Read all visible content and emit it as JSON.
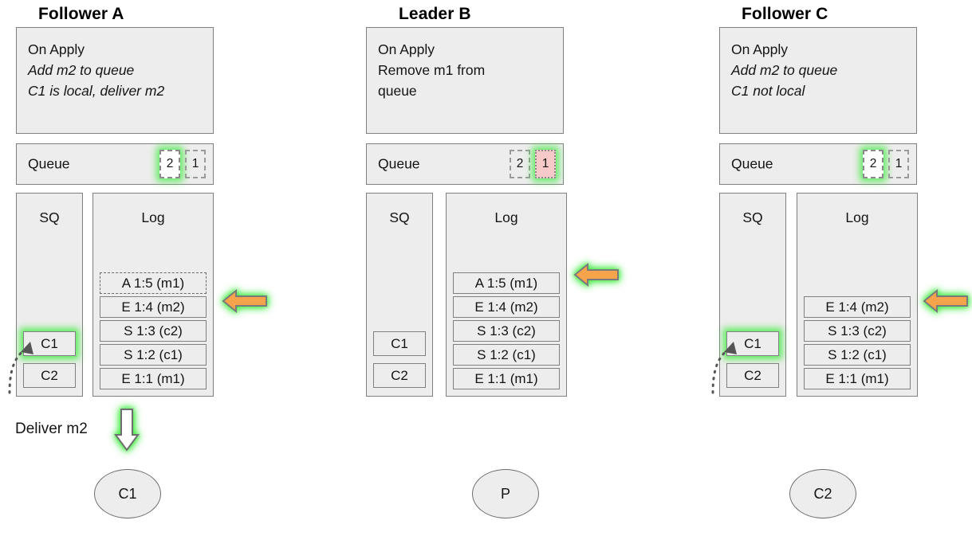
{
  "diagram": {
    "title_row": [
      {
        "label": "Follower A"
      },
      {
        "label": "Leader B"
      },
      {
        "label": "Follower C"
      }
    ],
    "columns": [
      {
        "id": "follower-a",
        "title": "Follower A",
        "on_apply": {
          "header": "On Apply",
          "lines": [
            "Add m2 to queue",
            "C1 is local, deliver m2"
          ]
        },
        "queue": {
          "label": "Queue",
          "slots": [
            {
              "value": "2",
              "state": "highlighted"
            },
            {
              "value": "1",
              "state": "dashed"
            }
          ]
        },
        "sq": {
          "header": "SQ",
          "clients": [
            {
              "label": "C1",
              "state": "highlighted"
            },
            {
              "label": "C2",
              "state": "normal"
            }
          ]
        },
        "log": {
          "header": "Log",
          "entries": [
            {
              "text": "A 1:5 (m1)",
              "state": "dashed"
            },
            {
              "text": "E 1:4 (m2)",
              "state": "normal"
            },
            {
              "text": "S 1:3 (c2)",
              "state": "normal"
            },
            {
              "text": "S 1:2 (c1)",
              "state": "normal"
            },
            {
              "text": "E 1:1 (m1)",
              "state": "normal"
            }
          ]
        },
        "pointer_arrow": {
          "icon": "arrow-left-icon",
          "target_entry": "E 1:4 (m2)"
        },
        "node": {
          "label": "C1"
        },
        "deliver": {
          "label": "Deliver m2",
          "icon": "arrow-down-icon"
        }
      },
      {
        "id": "leader-b",
        "title": "Leader B",
        "on_apply": {
          "header": "On Apply",
          "lines": [
            "Remove m1 from",
            "queue"
          ]
        },
        "queue": {
          "label": "Queue",
          "slots": [
            {
              "value": "2",
              "state": "dashed"
            },
            {
              "value": "1",
              "state": "removed"
            }
          ]
        },
        "sq": {
          "header": "SQ",
          "clients": [
            {
              "label": "C1",
              "state": "normal"
            },
            {
              "label": "C2",
              "state": "normal"
            }
          ]
        },
        "log": {
          "header": "Log",
          "entries": [
            {
              "text": "A 1:5 (m1)",
              "state": "normal"
            },
            {
              "text": "E 1:4 (m2)",
              "state": "normal"
            },
            {
              "text": "S 1:3 (c2)",
              "state": "normal"
            },
            {
              "text": "S 1:2 (c1)",
              "state": "normal"
            },
            {
              "text": "E 1:1 (m1)",
              "state": "normal"
            }
          ]
        },
        "pointer_arrow": {
          "icon": "arrow-left-icon",
          "target_entry": "A 1:5 (m1)"
        },
        "node": {
          "label": "P"
        }
      },
      {
        "id": "follower-c",
        "title": "Follower C",
        "on_apply": {
          "header": "On Apply",
          "lines": [
            "Add m2 to queue",
            "C1 not local"
          ]
        },
        "queue": {
          "label": "Queue",
          "slots": [
            {
              "value": "2",
              "state": "highlighted"
            },
            {
              "value": "1",
              "state": "dashed"
            }
          ]
        },
        "sq": {
          "header": "SQ",
          "clients": [
            {
              "label": "C1",
              "state": "highlighted"
            },
            {
              "label": "C2",
              "state": "normal"
            }
          ]
        },
        "log": {
          "header": "Log",
          "entries": [
            {
              "text": "E 1:4 (m2)",
              "state": "normal"
            },
            {
              "text": "S 1:3 (c2)",
              "state": "normal"
            },
            {
              "text": "S 1:2 (c1)",
              "state": "normal"
            },
            {
              "text": "E 1:1 (m1)",
              "state": "normal"
            }
          ]
        },
        "pointer_arrow": {
          "icon": "arrow-left-icon",
          "target_entry": "E 1:4 (m2)"
        },
        "node": {
          "label": "C2"
        }
      }
    ],
    "colors": {
      "panel_fill": "#ededed",
      "panel_border": "#808080",
      "glow": "#3ceb3c",
      "arrow_orange": "#f6a44b",
      "arrow_border": "#7a7a7a",
      "removed_fill": "#f7c9c9",
      "background": "#ffffff"
    }
  }
}
